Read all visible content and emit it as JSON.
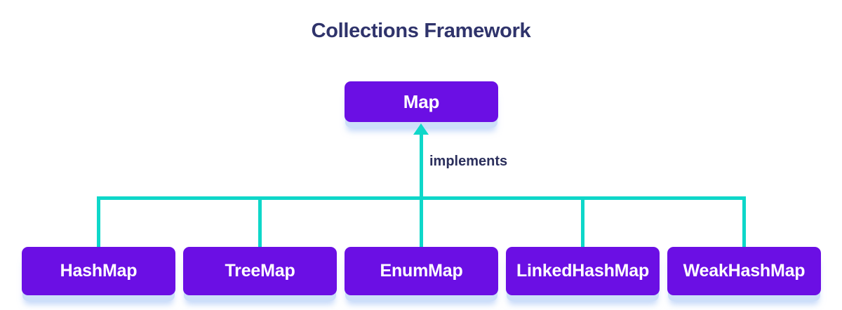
{
  "title": "Collections Framework",
  "edge_label": "implements",
  "nodes": {
    "root": {
      "label": "Map"
    },
    "children": [
      {
        "label": "HashMap"
      },
      {
        "label": "TreeMap"
      },
      {
        "label": "EnumMap"
      },
      {
        "label": "LinkedHashMap"
      },
      {
        "label": "WeakHashMap"
      }
    ]
  },
  "colors": {
    "background": "#FFFFFF",
    "node_fill": "#6B0FE4",
    "node_text": "#FFFFFF",
    "node_shadow": "#CDDFF9",
    "connector": "#0ED7C9",
    "title_text": "#2F336B",
    "edge_label_text": "#2B2F5C"
  }
}
